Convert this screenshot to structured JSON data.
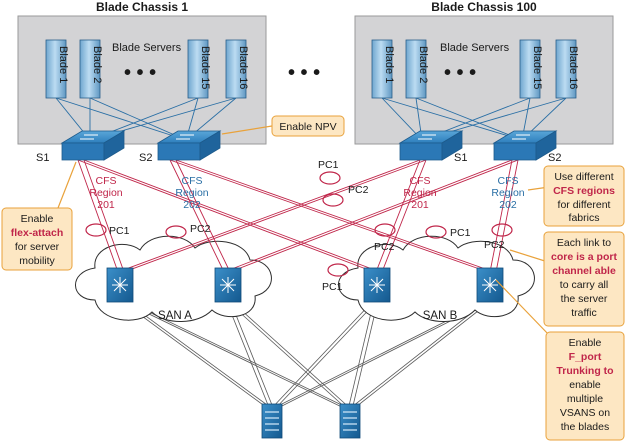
{
  "colors": {
    "blue_link": "#2a6fa5",
    "red_link": "#c0264a",
    "chassis_bg": "#d3d3d5",
    "callout_bg": "#fde7c3",
    "callout_border": "#e9a23b"
  },
  "chassis": [
    {
      "title": "Blade Chassis 1",
      "subtitle": "Blade Servers",
      "blades": [
        "Blade 1",
        "Blade 2",
        "Blade 15",
        "Blade 16"
      ],
      "switches": [
        "S1",
        "S2"
      ],
      "regions": [
        {
          "line1": "CFS",
          "line2": "Region",
          "line3": "201"
        },
        {
          "line1": "CFS",
          "line2": "Region",
          "line3": "202"
        }
      ]
    },
    {
      "title": "Blade Chassis 100",
      "subtitle": "Blade Servers",
      "blades": [
        "Blade 1",
        "Blade 2",
        "Blade 15",
        "Blade 16"
      ],
      "switches": [
        "S1",
        "S2"
      ],
      "regions": [
        {
          "line1": "CFS",
          "line2": "Region",
          "line3": "201"
        },
        {
          "line1": "CFS",
          "line2": "Region",
          "line3": "202"
        }
      ]
    }
  ],
  "ellipsis": "• • •",
  "port_channels": [
    "PC1",
    "PC2",
    "PC1",
    "PC2",
    "PC1",
    "PC1",
    "PC2",
    "PC2"
  ],
  "sans": [
    "SAN A",
    "SAN B"
  ],
  "callouts": {
    "npv": {
      "text": "Enable NPV"
    },
    "flex": {
      "lines": [
        "Enable",
        "flex-attach",
        "for server",
        "mobility"
      ]
    },
    "cfs": {
      "lines": [
        "Use different",
        "CFS regions",
        "for different",
        "fabrics"
      ]
    },
    "pc": {
      "lines": [
        "Each link to",
        "core is a port",
        "channel able",
        "to carry all",
        "the server",
        "traffic"
      ]
    },
    "fport": {
      "lines": [
        "Enable",
        "F_port",
        "Trunking to",
        "enable",
        "multiple",
        "VSANS on",
        "the blades"
      ]
    }
  }
}
